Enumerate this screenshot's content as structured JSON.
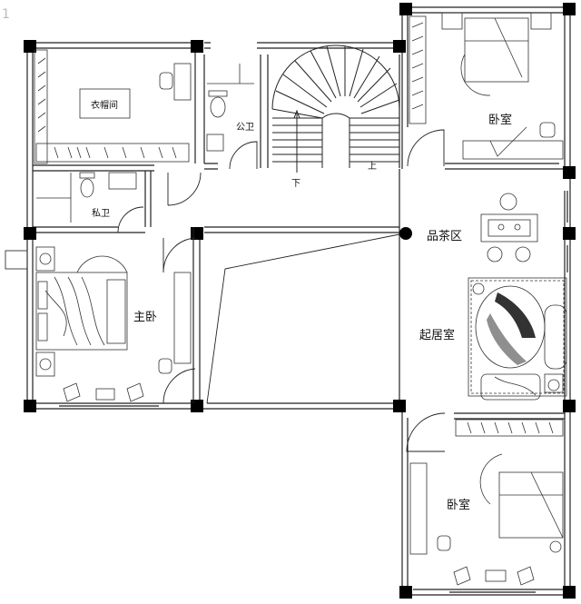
{
  "corner_mark": "1",
  "rooms": {
    "wardrobe": "衣帽间",
    "public_bath": "公卫",
    "private_bath": "私卫",
    "master_bedroom": "主卧",
    "tea_area": "品茶区",
    "living_room": "起居室",
    "bedroom_ne": "卧室",
    "bedroom_se": "卧室"
  },
  "stairs": {
    "down": "下",
    "up": "上"
  },
  "colors": {
    "wall": "#000000",
    "line": "#222222",
    "hatch_dark": "#333333"
  }
}
